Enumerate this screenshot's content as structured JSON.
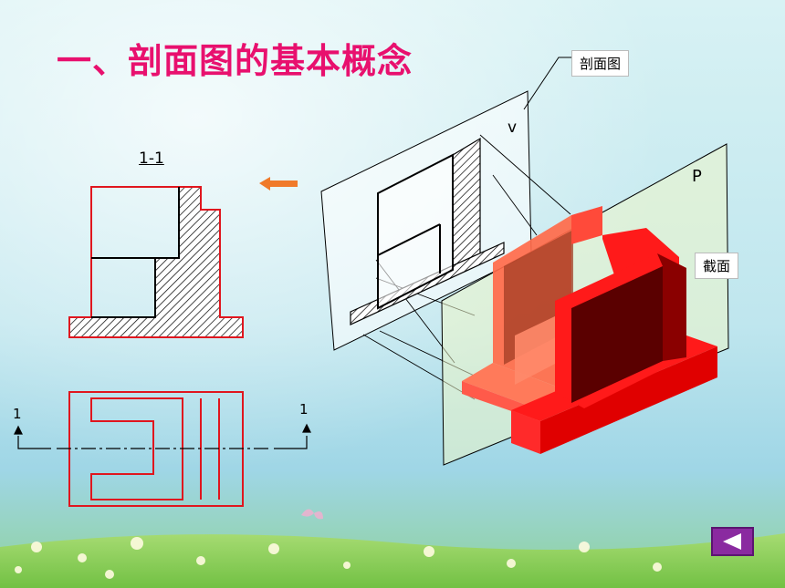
{
  "slide": {
    "title": "一、剖面图的基本概念",
    "title_color": "#e8106e"
  },
  "callouts": {
    "section_view": "剖面图",
    "section_face": "截面"
  },
  "labels": {
    "section_name": "1-1",
    "plane_v": "v",
    "plane_p": "P",
    "cut_left": "1",
    "cut_right": "1"
  },
  "colors": {
    "outline_red": "#e0161e",
    "solid_red": "#ff1a1a",
    "dark_red": "#5a0000",
    "cut_face": "#ff6a4a",
    "hatch": "#000000",
    "arrow_orange": "#f07a2a",
    "nav_button": "#8a2aa0"
  },
  "nav": {
    "back_icon": "triangle-left-icon"
  }
}
